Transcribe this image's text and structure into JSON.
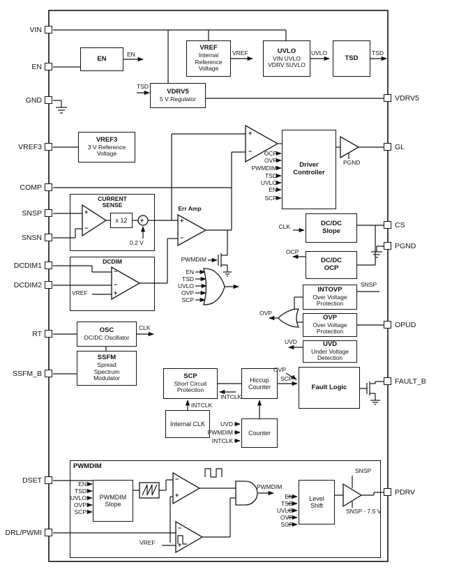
{
  "pins": {
    "left": [
      {
        "label": "VIN"
      },
      {
        "label": "EN"
      },
      {
        "label": "GND"
      },
      {
        "label": "VREF3"
      },
      {
        "label": "COMP"
      },
      {
        "label": "SNSP"
      },
      {
        "label": "SNSN"
      },
      {
        "label": "DCDIM1"
      },
      {
        "label": "DCDIM2"
      },
      {
        "label": "RT"
      },
      {
        "label": "SSFM_B"
      },
      {
        "label": "DSET"
      },
      {
        "label": "DRL/PWMI"
      }
    ],
    "right": [
      {
        "label": "VDRV5"
      },
      {
        "label": "GL"
      },
      {
        "label": "CS"
      },
      {
        "label": "PGND"
      },
      {
        "label": "OPUD"
      },
      {
        "label": "FAULT_B"
      },
      {
        "label": "PDRV"
      }
    ]
  },
  "blocks": {
    "en": {
      "title": "EN"
    },
    "vref": {
      "title": "VREF",
      "sub": "Internal Reference Voltage"
    },
    "uvlo": {
      "title": "UVLO",
      "sub1": "VIN UVLO",
      "sub2": "VDRV 5UVLO"
    },
    "tsd": {
      "title": "TSD"
    },
    "vdrv5": {
      "title": "VDRV5",
      "sub": "5 V Regulator"
    },
    "vref3": {
      "title": "VREF3",
      "sub": "3 V Reference Voltage"
    },
    "current_sense": {
      "title": "CURRENT SENSE"
    },
    "err_amp": {
      "title": "Err Amp"
    },
    "dcdim": {
      "title": "DCDIM"
    },
    "osc": {
      "title": "OSC",
      "sub": "DC/DC Oscillator"
    },
    "ssfm": {
      "title": "SSFM",
      "sub": "Spread Spectrum Modulator"
    },
    "driver": {
      "title": "Driver Controller"
    },
    "dcdc_slope": {
      "title": "DC/DC Slope"
    },
    "dcdc_ocp": {
      "title": "DC/DC OCP"
    },
    "intovp": {
      "title": "INTOVP",
      "sub": "Over Voltage Protection"
    },
    "ovp": {
      "title": "OVP",
      "sub": "Over Voltage Protection"
    },
    "uvd": {
      "title": "UVD",
      "sub": "Under Voltage Detection"
    },
    "scp": {
      "title": "SCP",
      "sub": "Short Circuit Protection"
    },
    "hiccup": {
      "title": "Hiccup Counter"
    },
    "fault": {
      "title": "Fault Logic"
    },
    "internal_clk": {
      "title": "Internal CLK"
    },
    "counter": {
      "title": "Counter"
    },
    "pwmdim_box": {
      "title": "PWMDIM"
    },
    "pwmdim_slope": {
      "title": "PWMDIM Slope"
    },
    "level_shift": {
      "title": "Level Shift"
    }
  },
  "signals": {
    "plus": "+",
    "minus": "−",
    "en_out": "EN",
    "vref_out": "VREF",
    "uvlo_out": "UVLO",
    "tsd_out": "TSD",
    "tsd_vdrv5": "TSD",
    "clk_osc": "CLK",
    "clk_slope": "CLK",
    "gain": "x 12",
    "offset": "0.2 V",
    "pwmdim_erramp": "PWMDIM",
    "gate_inputs": [
      "EN",
      "TSD",
      "UVLO",
      "OVP",
      "SCP"
    ],
    "driver_inputs": [
      "OCP",
      "OVP",
      "PWMDIM",
      "TSD",
      "UVLO",
      "EN",
      "SCP"
    ],
    "ocp_out": "OCP",
    "snsp_intovp": "SNSP",
    "ovp_out": "OVP",
    "uvd_out": "UVD",
    "intclk_scp": "INTCLK",
    "intclk_src": "INTCLK",
    "scp_fault": "SCP",
    "ovp_fault": "OVP",
    "counter_inputs": [
      "UVD",
      "PWMDIM",
      "INTCLK"
    ],
    "pwmdim_and": "PWMDIM",
    "slope_inputs": [
      "EN",
      "TSD",
      "UVLO",
      "OVP",
      "SCP"
    ],
    "levelshift_inputs": [
      "EN",
      "TSD",
      "UVLO",
      "OVP",
      "SCP"
    ],
    "snsp_rail": "SNSP",
    "snsp_75": "SNSP - 7.5 V",
    "vref_comp2": "VREF",
    "vref_dcdim": "VREF",
    "pgnd_gl": "PGND"
  }
}
